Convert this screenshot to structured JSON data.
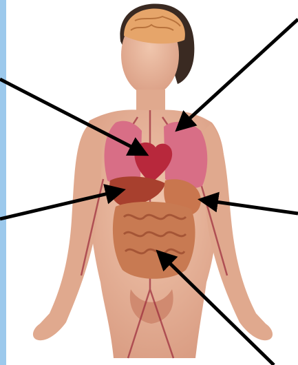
{
  "diagram": {
    "subject": "human-body-organs-anatomy",
    "colors": {
      "background": "#ffffff",
      "left_edge_strip": "#9cc9ec",
      "skin": "#e8b59a",
      "skin_shadow": "#c98a72",
      "brain": "#e6a56a",
      "hair": "#3a2a22",
      "lungs": "#d86e86",
      "heart": "#b8283c",
      "liver": "#a8402e",
      "stomach": "#c9764e",
      "intestines": "#c87a52",
      "vessels": "#9a2a3a",
      "arrow": "#000000"
    },
    "arrows": [
      {
        "id": "arrow-to-heart",
        "target": "heart"
      },
      {
        "id": "arrow-to-lung",
        "target": "lung"
      },
      {
        "id": "arrow-to-liver",
        "target": "liver"
      },
      {
        "id": "arrow-to-stomach",
        "target": "stomach"
      },
      {
        "id": "arrow-to-intestines",
        "target": "intestines"
      }
    ]
  }
}
